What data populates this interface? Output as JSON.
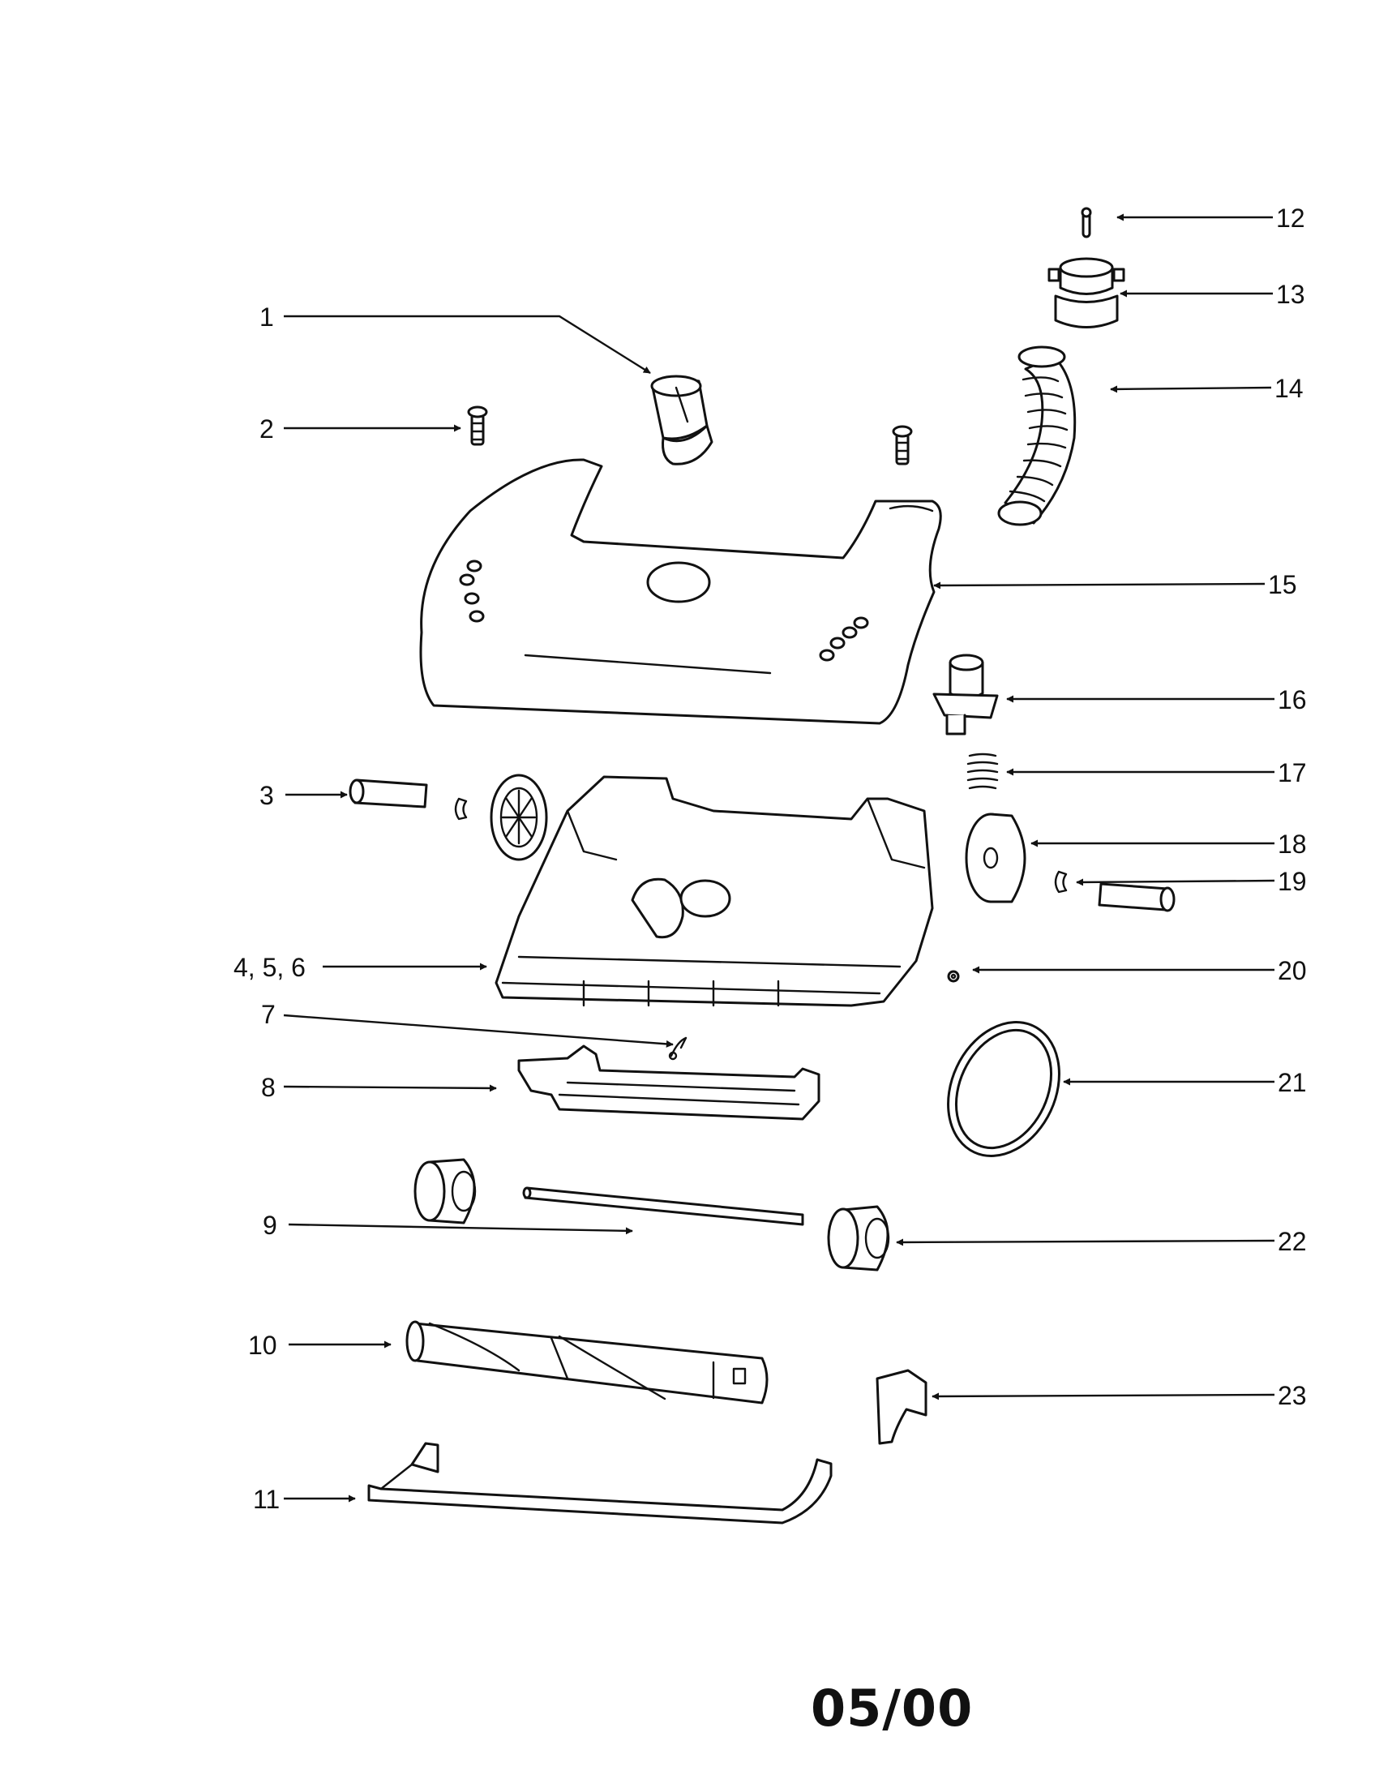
{
  "callouts": [
    {
      "label": "1"
    },
    {
      "label": "2"
    },
    {
      "label": "3"
    },
    {
      "label": "4, 5, 6"
    },
    {
      "label": "7"
    },
    {
      "label": "8"
    },
    {
      "label": "9"
    },
    {
      "label": "10"
    },
    {
      "label": "11"
    },
    {
      "label": "12"
    },
    {
      "label": "13"
    },
    {
      "label": "14"
    },
    {
      "label": "15"
    },
    {
      "label": "16"
    },
    {
      "label": "17"
    },
    {
      "label": "18"
    },
    {
      "label": "19"
    },
    {
      "label": "20"
    },
    {
      "label": "21"
    },
    {
      "label": "22"
    },
    {
      "label": "23"
    }
  ],
  "footer": {
    "code": "05/00"
  }
}
